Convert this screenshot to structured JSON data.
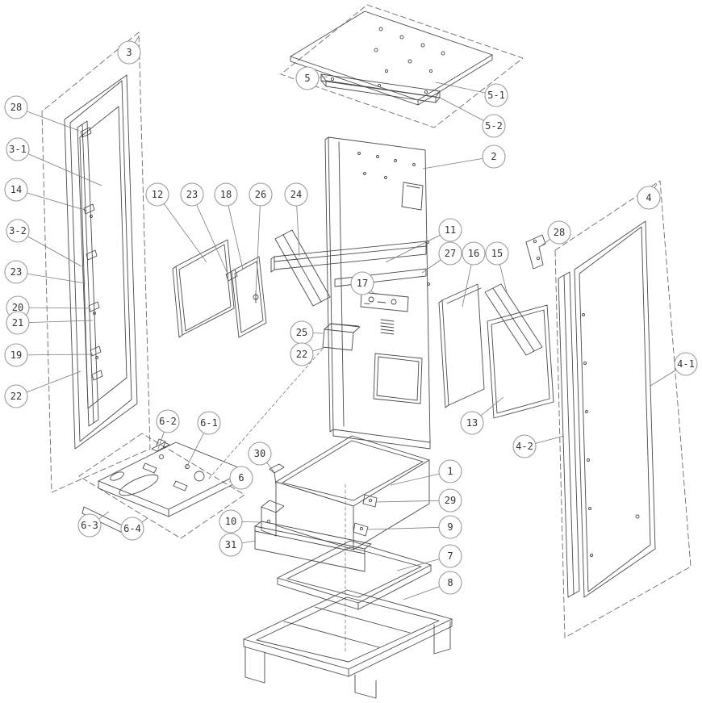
{
  "diagram": {
    "kind": "exploded-view-technical-drawing",
    "background": "#ffffff",
    "line_color": "#4a4a4a",
    "balloon_stroke": "#9a9a9a",
    "label_color": "#333333"
  },
  "callouts": [
    {
      "label": "3"
    },
    {
      "label": "28"
    },
    {
      "label": "3-1"
    },
    {
      "label": "14"
    },
    {
      "label": "3-2"
    },
    {
      "label": "23"
    },
    {
      "label": "20"
    },
    {
      "label": "21"
    },
    {
      "label": "19"
    },
    {
      "label": "22"
    },
    {
      "label": "12"
    },
    {
      "label": "23"
    },
    {
      "label": "18"
    },
    {
      "label": "26"
    },
    {
      "label": "24"
    },
    {
      "label": "5"
    },
    {
      "label": "5-1"
    },
    {
      "label": "5-2"
    },
    {
      "label": "2"
    },
    {
      "label": "11"
    },
    {
      "label": "27"
    },
    {
      "label": "16"
    },
    {
      "label": "15"
    },
    {
      "label": "28"
    },
    {
      "label": "4"
    },
    {
      "label": "17"
    },
    {
      "label": "25"
    },
    {
      "label": "22"
    },
    {
      "label": "13"
    },
    {
      "label": "4-1"
    },
    {
      "label": "4-2"
    },
    {
      "label": "6-2"
    },
    {
      "label": "6-1"
    },
    {
      "label": "30"
    },
    {
      "label": "6"
    },
    {
      "label": "1"
    },
    {
      "label": "29"
    },
    {
      "label": "9"
    },
    {
      "label": "10"
    },
    {
      "label": "31"
    },
    {
      "label": "7"
    },
    {
      "label": "8"
    },
    {
      "label": "6-3"
    },
    {
      "label": "6-4"
    }
  ]
}
